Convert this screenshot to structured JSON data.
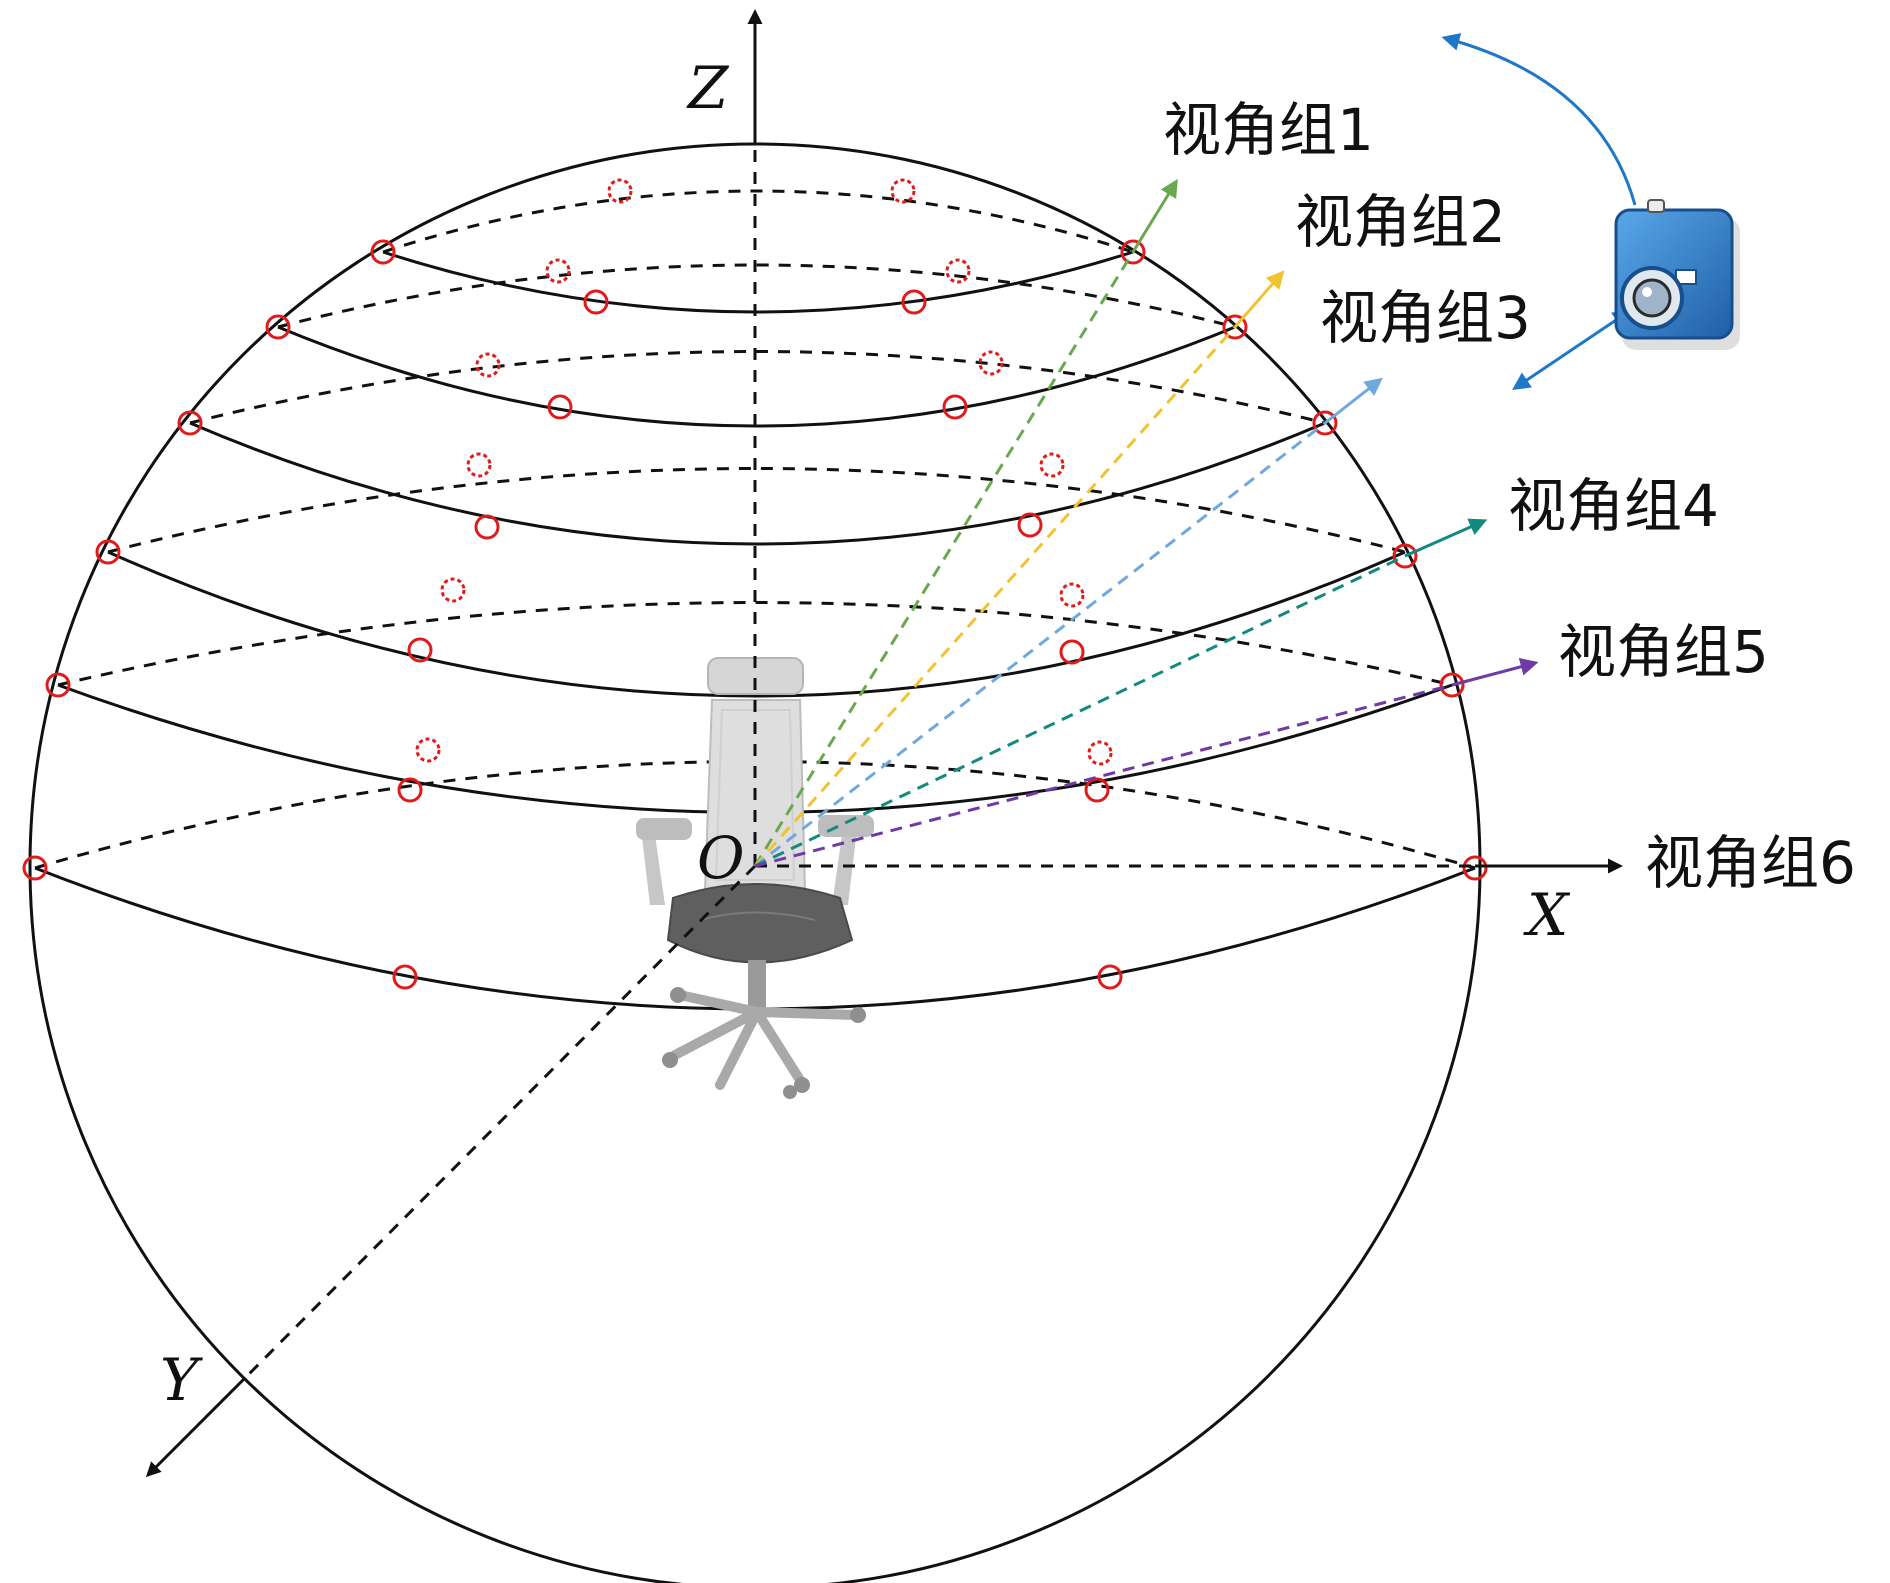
{
  "axes": {
    "z": "Z",
    "x": "X",
    "y": "Y",
    "origin": "O"
  },
  "groups": [
    {
      "label": "视角组1",
      "color": "#6aa84f"
    },
    {
      "label": "视角组2",
      "color": "#f1c232"
    },
    {
      "label": "视角组3",
      "color": "#6fa8dc"
    },
    {
      "label": "视角组4",
      "color": "#138a7e"
    },
    {
      "label": "视角组5",
      "color": "#6f3aa5"
    },
    {
      "label": "视角组6",
      "color": "#111111"
    }
  ],
  "colors": {
    "marker": "#e01b1b",
    "camera_arrow": "#1f77c9",
    "line": "#111111"
  },
  "icons": {
    "camera": "camera-icon",
    "object": "office-chair"
  }
}
